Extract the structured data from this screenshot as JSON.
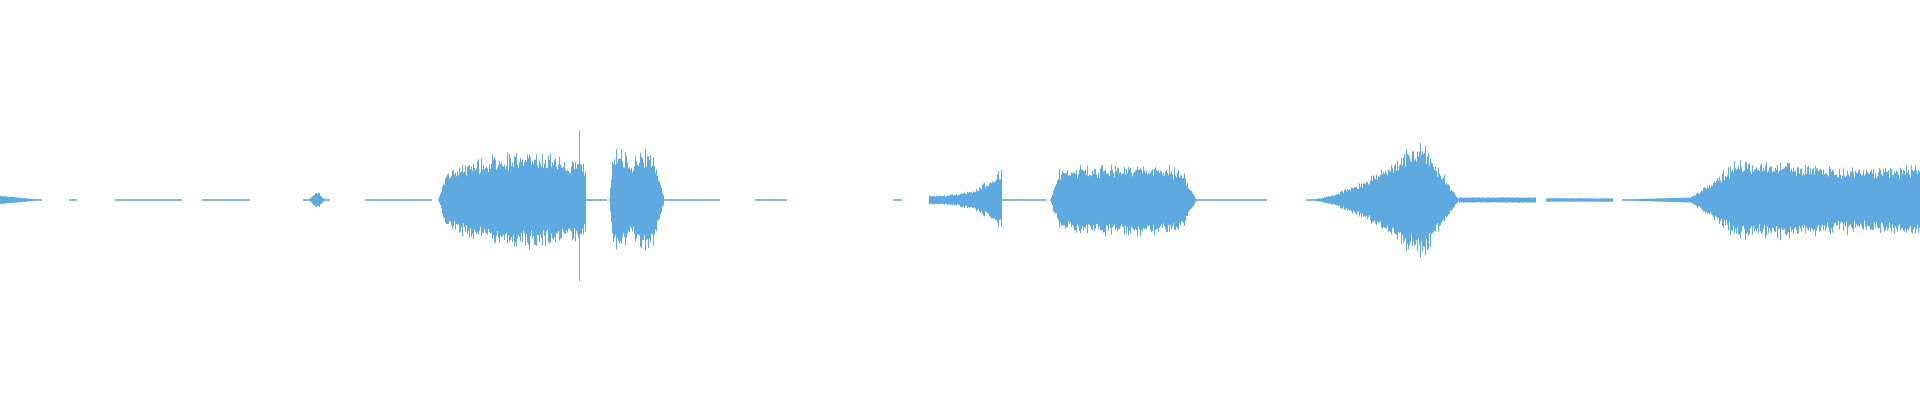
{
  "waveform": {
    "color": "#5DA9E0",
    "background": "#FFFFFF",
    "amplitude_scale": 1.0,
    "segments": [
      {
        "start": 0.0,
        "end": 0.022,
        "peak": 0.06,
        "shape": "fade-out"
      },
      {
        "start": 0.036,
        "end": 0.04,
        "peak": 0.005,
        "shape": "flat"
      },
      {
        "start": 0.06,
        "end": 0.095,
        "peak": 0.004,
        "shape": "flat"
      },
      {
        "start": 0.105,
        "end": 0.13,
        "peak": 0.004,
        "shape": "flat"
      },
      {
        "start": 0.158,
        "end": 0.172,
        "peak": 0.1,
        "shape": "spike"
      },
      {
        "start": 0.19,
        "end": 0.225,
        "peak": 0.004,
        "shape": "flat"
      },
      {
        "start": 0.228,
        "end": 0.305,
        "peak": 0.56,
        "shape": "swell"
      },
      {
        "start": 0.3,
        "end": 0.303,
        "peak": 1.0,
        "shape": "spike"
      },
      {
        "start": 0.305,
        "end": 0.316,
        "peak": 0.01,
        "shape": "flat"
      },
      {
        "start": 0.317,
        "end": 0.346,
        "peak": 0.62,
        "shape": "block"
      },
      {
        "start": 0.346,
        "end": 0.375,
        "peak": 0.008,
        "shape": "flat"
      },
      {
        "start": 0.393,
        "end": 0.41,
        "peak": 0.004,
        "shape": "flat"
      },
      {
        "start": 0.465,
        "end": 0.47,
        "peak": 0.004,
        "shape": "flat"
      },
      {
        "start": 0.484,
        "end": 0.522,
        "peak": 0.38,
        "shape": "rise-spike"
      },
      {
        "start": 0.522,
        "end": 0.545,
        "peak": 0.008,
        "shape": "flat"
      },
      {
        "start": 0.547,
        "end": 0.623,
        "peak": 0.42,
        "shape": "plateau"
      },
      {
        "start": 0.623,
        "end": 0.66,
        "peak": 0.008,
        "shape": "flat"
      },
      {
        "start": 0.68,
        "end": 0.76,
        "peak": 0.72,
        "shape": "diamond"
      },
      {
        "start": 0.76,
        "end": 0.8,
        "peak": 0.03,
        "shape": "flat"
      },
      {
        "start": 0.805,
        "end": 0.84,
        "peak": 0.02,
        "shape": "flat"
      },
      {
        "start": 0.845,
        "end": 0.88,
        "peak": 0.03,
        "shape": "rising"
      },
      {
        "start": 0.88,
        "end": 1.0,
        "peak": 0.46,
        "shape": "plateau-long"
      }
    ]
  }
}
